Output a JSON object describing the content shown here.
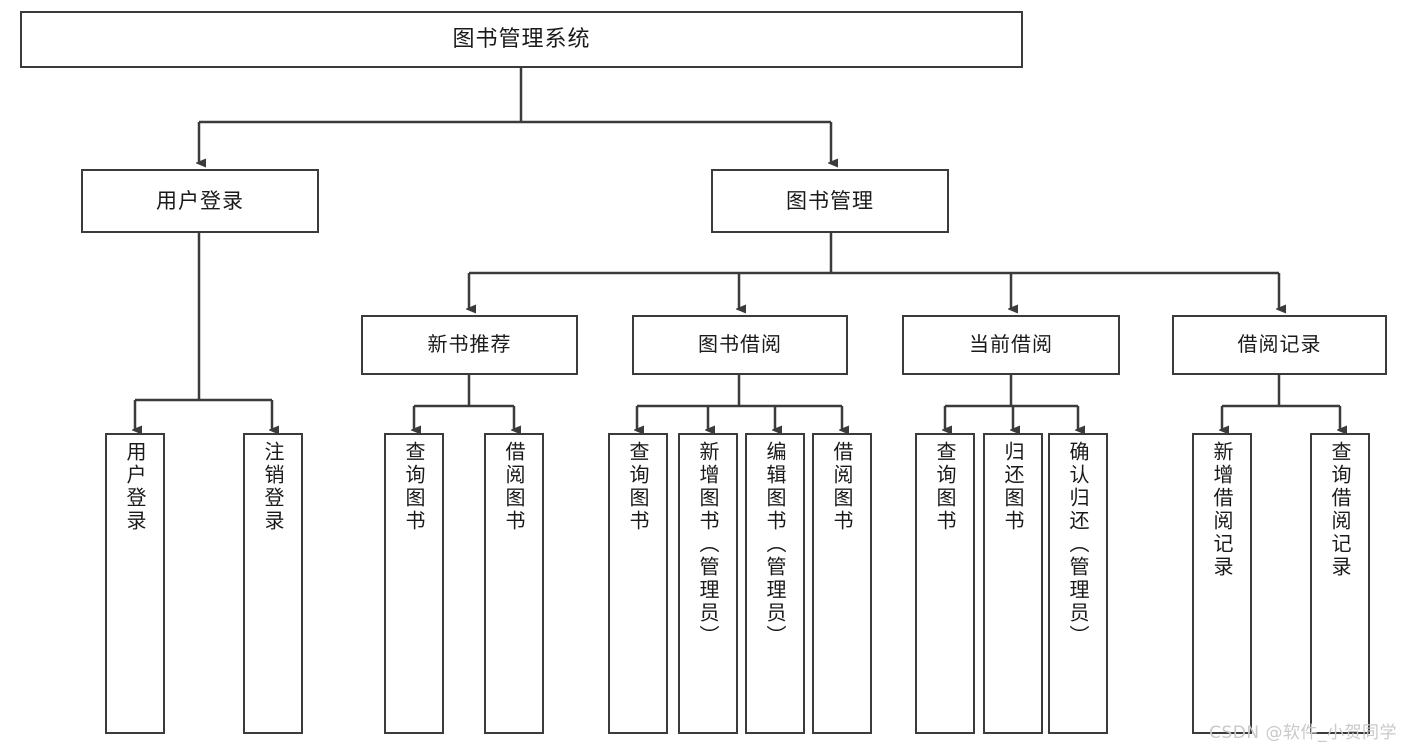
{
  "diagram": {
    "type": "tree",
    "title": "图书管理系统",
    "root": {
      "label": "图书管理系统"
    },
    "level2": [
      {
        "label": "用户登录"
      },
      {
        "label": "图书管理"
      }
    ],
    "level3": [
      {
        "label": "新书推荐"
      },
      {
        "label": "图书借阅"
      },
      {
        "label": "当前借阅"
      },
      {
        "label": "借阅记录"
      }
    ],
    "leaves": {
      "user_login": [
        {
          "label": "用户登录"
        },
        {
          "label": "注销登录"
        }
      ],
      "new_book_recommend": [
        {
          "label": "查询图书"
        },
        {
          "label": "借阅图书"
        }
      ],
      "book_borrow": [
        {
          "label": "查询图书"
        },
        {
          "label": "新增图书（管理员）"
        },
        {
          "label": "编辑图书（管理员）"
        },
        {
          "label": "借阅图书"
        }
      ],
      "current_borrow": [
        {
          "label": "查询图书"
        },
        {
          "label": "归还图书"
        },
        {
          "label": "确认归还（管理员）"
        }
      ],
      "borrow_record": [
        {
          "label": "新增借阅记录"
        },
        {
          "label": "查询借阅记录"
        }
      ]
    }
  },
  "watermark": {
    "text": "CSDN @软件_小贺同学"
  },
  "colors": {
    "border": "#3b3b3b",
    "line": "#3b3b3b",
    "text": "#1a1a1a",
    "background": "#ffffff",
    "watermark": "#c9c9c9"
  }
}
